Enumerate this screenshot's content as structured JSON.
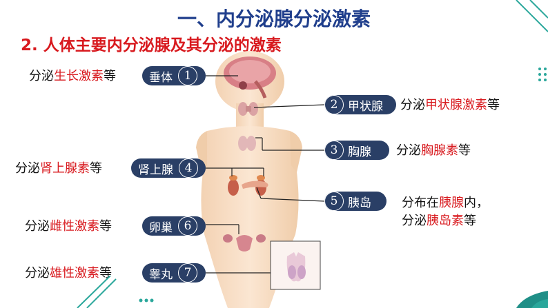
{
  "title": "一、内分泌腺分泌激素",
  "subtitle": "2. 人体主要内分泌腺及其分泌的激素",
  "glands": [
    {
      "num": "1",
      "name": "垂体",
      "pre": "分泌",
      "hormone": "生长激素",
      "post": "等"
    },
    {
      "num": "2",
      "name": "甲状腺",
      "pre": "分泌",
      "hormone": "甲状腺激素",
      "post": "等"
    },
    {
      "num": "3",
      "name": "胸腺",
      "pre": "分泌",
      "hormone": "胸腺素",
      "post": "等"
    },
    {
      "num": "4",
      "name": "肾上腺",
      "pre": "分泌",
      "hormone": "肾上腺素",
      "post": "等"
    },
    {
      "num": "5",
      "name": "胰岛",
      "line1_pre": "分布在",
      "line1_hl": "胰腺",
      "line1_post": "内，",
      "pre": "分泌",
      "hormone": "胰岛素",
      "post": "等"
    },
    {
      "num": "6",
      "name": "卵巢",
      "pre": "分泌",
      "hormone": "雌性激素",
      "post": "等"
    },
    {
      "num": "7",
      "name": "睾丸",
      "pre": "分泌",
      "hormone": "雄性激素",
      "post": "等"
    }
  ],
  "colors": {
    "title": "#1f3e8c",
    "highlight": "#d8191e",
    "pill": "#2a3f66",
    "body": "#f6dcc4",
    "accent": "#2aa79b"
  }
}
